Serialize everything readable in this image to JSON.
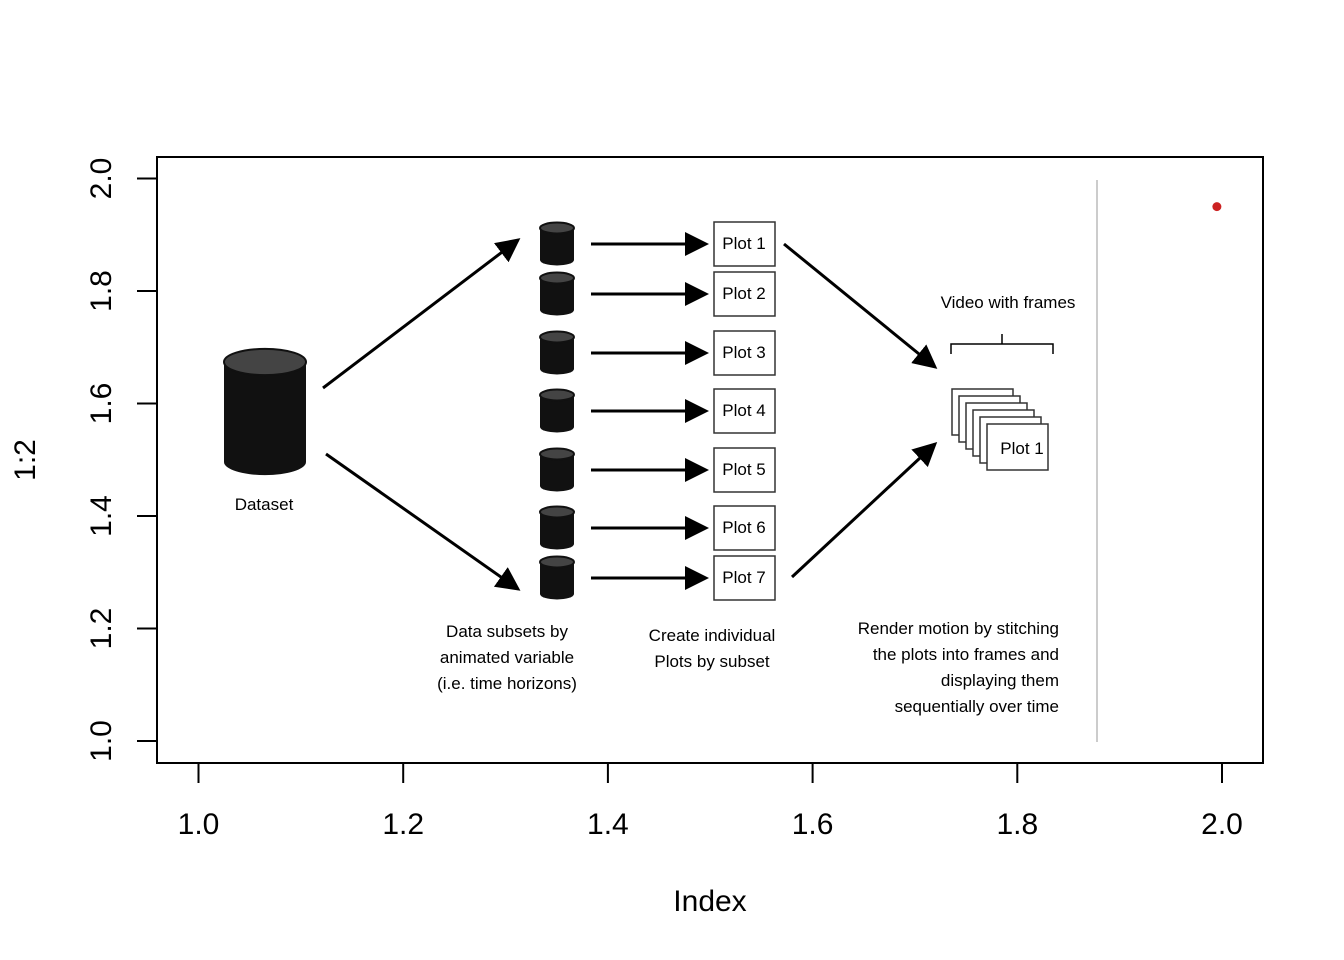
{
  "chart_data": {
    "type": "scatter",
    "xlabel": "Index",
    "ylabel": "1:2",
    "xlim": [
      0.96,
      2.04
    ],
    "ylim": [
      0.96,
      2.04
    ],
    "x_ticks": [
      1.0,
      1.2,
      1.4,
      1.6,
      1.8,
      2.0
    ],
    "y_ticks": [
      1.0,
      1.2,
      1.4,
      1.6,
      1.8,
      2.0
    ],
    "x_tick_labels": [
      "1.0",
      "1.2",
      "1.4",
      "1.6",
      "1.8",
      "2.0"
    ],
    "y_tick_labels": [
      "1.0",
      "1.2",
      "1.4",
      "1.6",
      "1.8",
      "2.0"
    ],
    "series": [
      {
        "x": [
          1.995
        ],
        "y": [
          1.95
        ],
        "color": "#cc2222"
      }
    ],
    "background_image": {
      "dataset_label": "Dataset",
      "plot_labels": [
        "Plot 1",
        "Plot 2",
        "Plot 3",
        "Plot 4",
        "Plot 5",
        "Plot 6",
        "Plot 7"
      ],
      "video_label": "Video with frames",
      "frame_label": "Plot 1",
      "subsets_caption": [
        "Data subsets by",
        "animated variable",
        "(i.e. time horizons)"
      ],
      "plots_caption": [
        "Create individual",
        "Plots by subset"
      ],
      "render_caption": [
        "Render motion by stitching",
        "the plots into frames and",
        "displaying them",
        "sequentially over time"
      ]
    }
  }
}
